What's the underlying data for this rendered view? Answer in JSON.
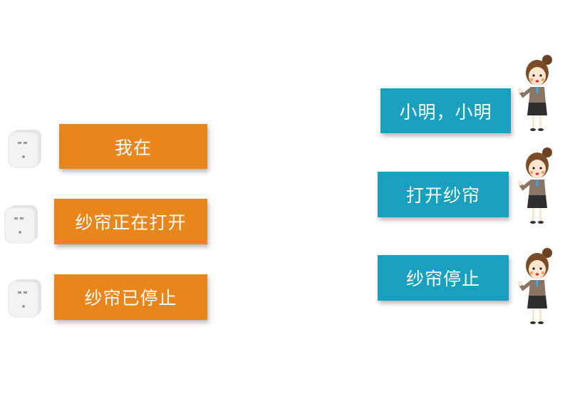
{
  "colors": {
    "device_reply": "#e8861c",
    "user_command": "#1aa0bf",
    "background": "#ffffff"
  },
  "device_replies": [
    {
      "text": "我在",
      "icon": "smart-plug-icon"
    },
    {
      "text": "纱帘正在打开",
      "icon": "smart-plug-icon"
    },
    {
      "text": "纱帘已停止",
      "icon": "smart-plug-icon"
    }
  ],
  "user_commands": [
    {
      "text": "小明，小明",
      "icon": "woman-speaker-icon"
    },
    {
      "text": "打开纱帘",
      "icon": "woman-speaker-icon"
    },
    {
      "text": "纱帘停止",
      "icon": "woman-speaker-icon"
    }
  ]
}
